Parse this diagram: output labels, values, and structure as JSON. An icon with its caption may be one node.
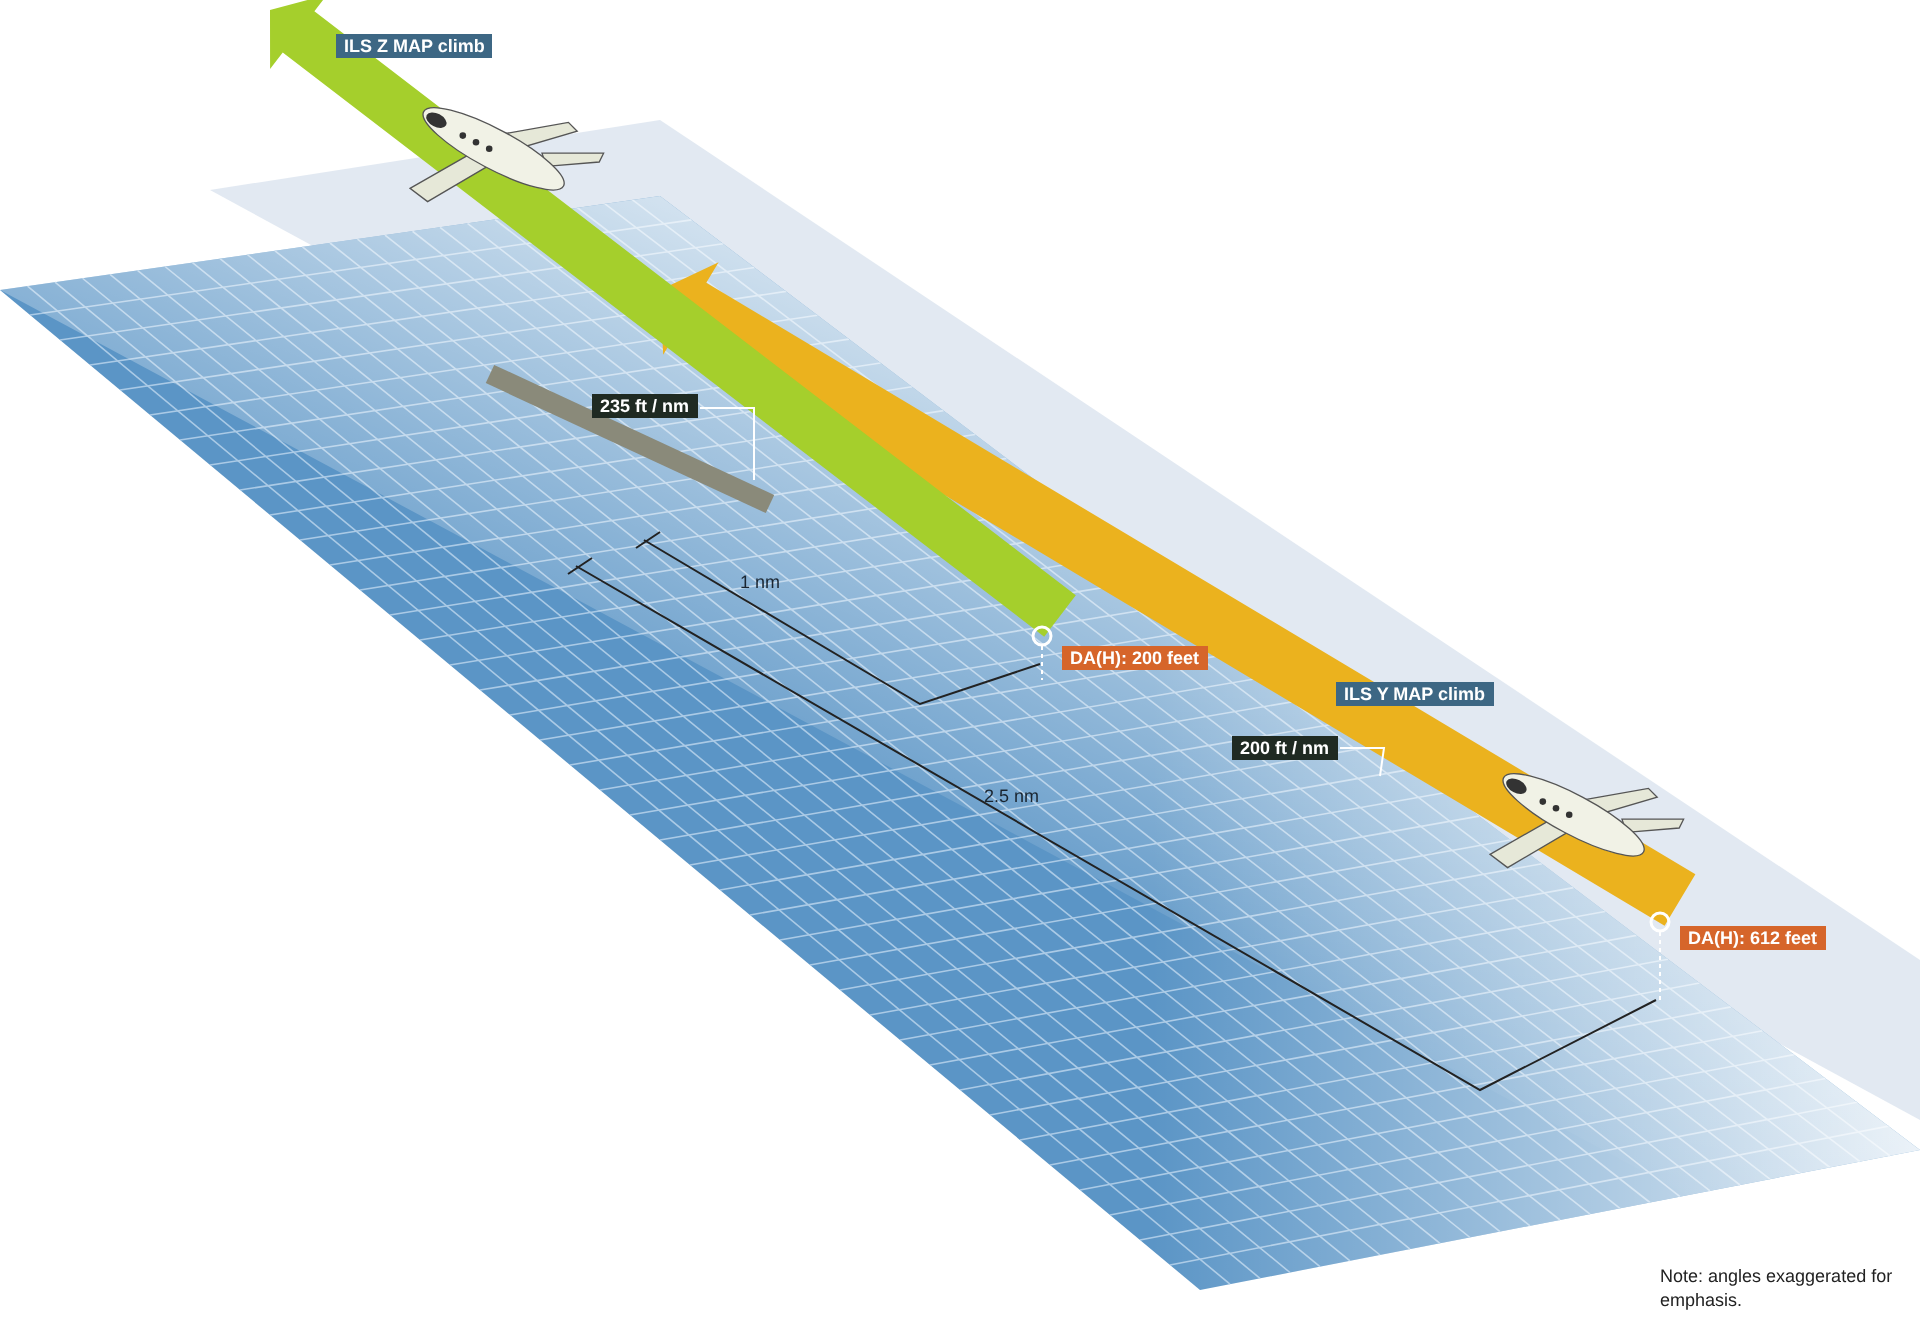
{
  "diagram": {
    "labels": [
      "ILS Z MAP climb",
      "235 ft / nm",
      "1 nm",
      "DA(H): 200 feet",
      "ILS Y MAP climb",
      "200 ft / nm",
      "2.5 nm",
      "DA(H): 612 feet",
      "Note: angles exaggerated for emphasis."
    ]
  }
}
